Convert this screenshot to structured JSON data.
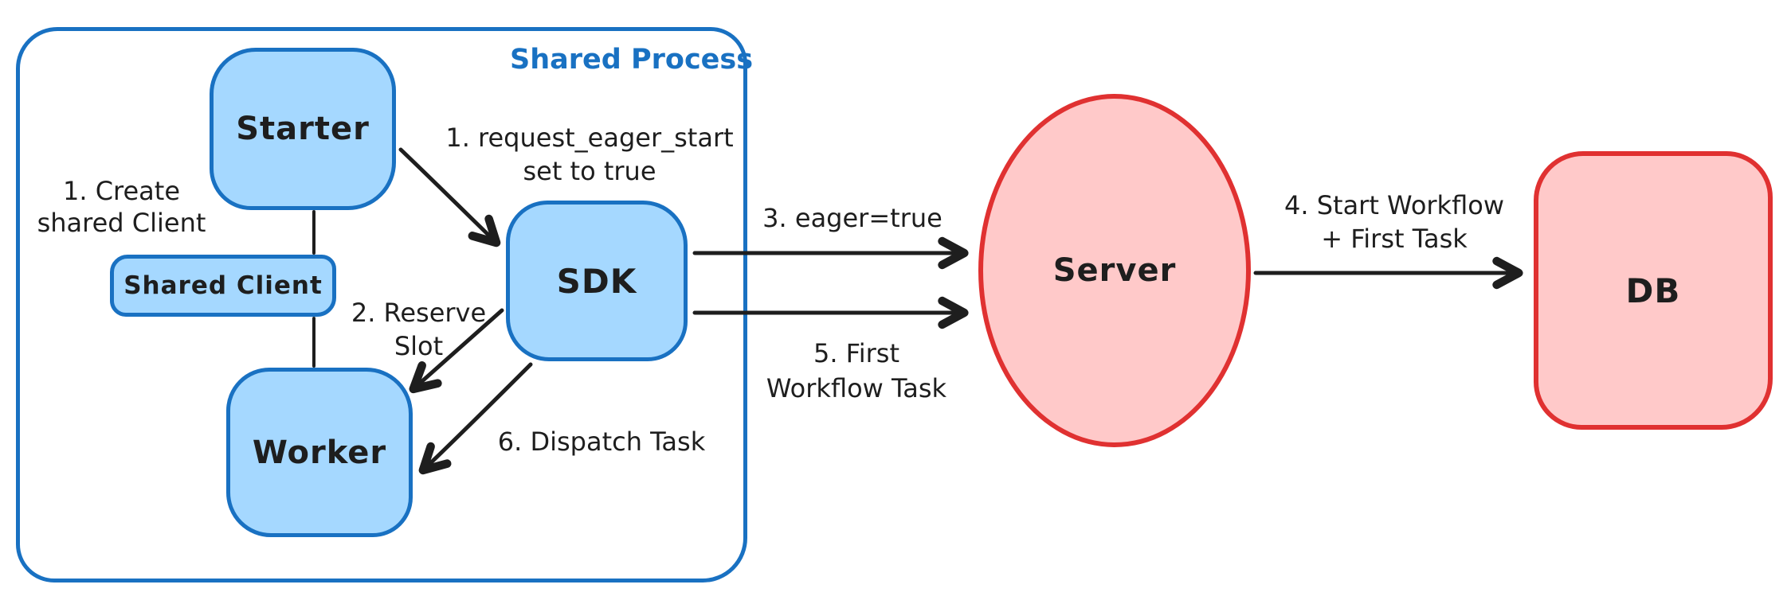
{
  "colors": {
    "blue_stroke": "#1971c2",
    "blue_fill": "#a5d8ff",
    "red_stroke": "#e03131",
    "red_fill": "#ffc9c9",
    "ink": "#1e1e1e",
    "bg": "#ffffff"
  },
  "container": {
    "label": "Shared Process"
  },
  "nodes": {
    "starter": {
      "label": "Starter"
    },
    "shared_client": {
      "label": "Shared Client"
    },
    "worker": {
      "label": "Worker"
    },
    "sdk": {
      "label": "SDK"
    },
    "server": {
      "label": "Server"
    },
    "db": {
      "label": "DB"
    }
  },
  "annotations": {
    "create_shared_client": {
      "line1": "1. Create",
      "line2": "shared Client"
    },
    "request_eager_start": {
      "line1": "1. request_eager_start",
      "line2": "set to true"
    },
    "reserve_slot": {
      "line1": "2. Reserve",
      "line2": "Slot"
    },
    "eager_true": {
      "text": "3. eager=true"
    },
    "start_workflow_first_task": {
      "line1": "4. Start Workflow",
      "line2": "+ First Task"
    },
    "first_workflow_task": {
      "line1": "5. First",
      "line2": "Workflow Task"
    },
    "dispatch_task": {
      "text": "6. Dispatch Task"
    }
  }
}
